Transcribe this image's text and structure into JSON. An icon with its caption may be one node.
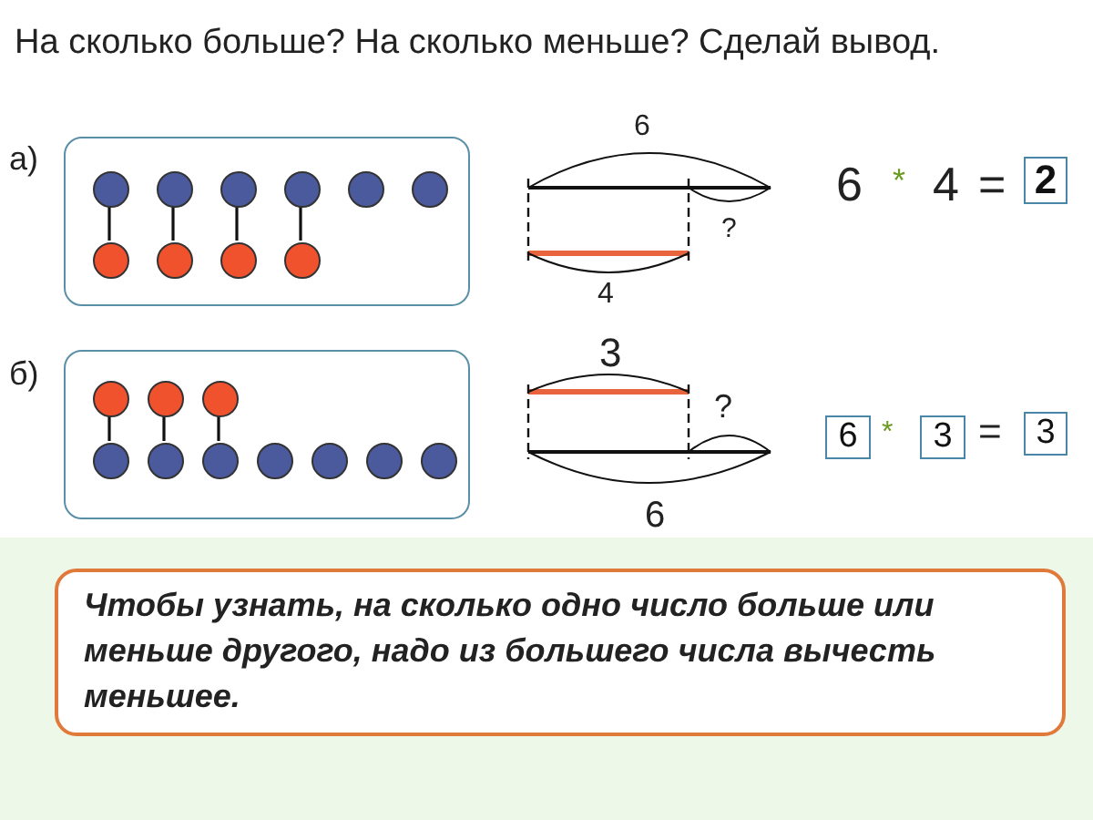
{
  "diagram": {
    "title": "На сколько больше? На сколько меньше? Сделай вывод.",
    "nodes": [
      {
        "text": [],
        "shape": "box"
      },
      {
        "text": [],
        "shape": "circle",
        "in": 0
      },
      {
        "text": [],
        "shape": "circle",
        "in": 0
      },
      {
        "text": [],
        "shape": "circle",
        "in": 0
      },
      {
        "text": [],
        "shape": "circle",
        "in": 0
      },
      {
        "text": [],
        "shape": "circle",
        "in": 0
      },
      {
        "text": [],
        "shape": "circle",
        "in": 0
      },
      {
        "text": [],
        "shape": "circle",
        "in": 0
      },
      {
        "text": [],
        "shape": "circle",
        "in": 0
      },
      {
        "text": [],
        "shape": "circle",
        "in": 0
      },
      {
        "text": [],
        "shape": "circle",
        "in": 0
      },
      {
        "text": [
          "2"
        ]
      },
      {
        "text": [],
        "shape": "box"
      },
      {
        "text": [],
        "shape": "circle",
        "in": 12
      },
      {
        "text": [],
        "shape": "circle",
        "in": 12
      },
      {
        "text": [],
        "shape": "circle",
        "in": 12
      },
      {
        "text": [],
        "shape": "circle",
        "in": 12
      },
      {
        "text": [],
        "shape": "circle",
        "in": 12
      },
      {
        "text": [],
        "shape": "circle",
        "in": 12
      },
      {
        "text": [],
        "shape": "circle",
        "in": 12
      },
      {
        "text": [],
        "shape": "circle",
        "in": 12
      },
      {
        "text": [],
        "shape": "circle",
        "in": 12
      },
      {
        "text": [],
        "shape": "circle",
        "in": 12
      },
      {
        "text": [
          "6"
        ]
      },
      {
        "text": [
          "3"
        ]
      },
      {
        "text": [
          "3"
        ]
      },
      {
        "text": [
          "Чтобы узнать, на сколько одно число больше или меньше другого, надо из большего числа вычесть меньшее."
        ]
      }
    ],
    "edges": [
      {
        "from": 1,
        "to": 7,
        "arrow": "none"
      },
      {
        "from": 2,
        "to": 8,
        "arrow": "none"
      },
      {
        "from": 3,
        "to": 9,
        "arrow": "none"
      },
      {
        "from": 4,
        "to": 10,
        "arrow": "none"
      },
      {
        "from": 13,
        "to": 16,
        "arrow": "none"
      },
      {
        "from": 14,
        "to": 17,
        "arrow": "none"
      },
      {
        "from": 15,
        "to": 18,
        "arrow": "none"
      }
    ],
    "labels": [
      "а)",
      "6",
      "?",
      "4",
      "6",
      "*",
      "4",
      "=",
      "б)",
      "3",
      "?",
      "6",
      "*",
      "="
    ]
  }
}
